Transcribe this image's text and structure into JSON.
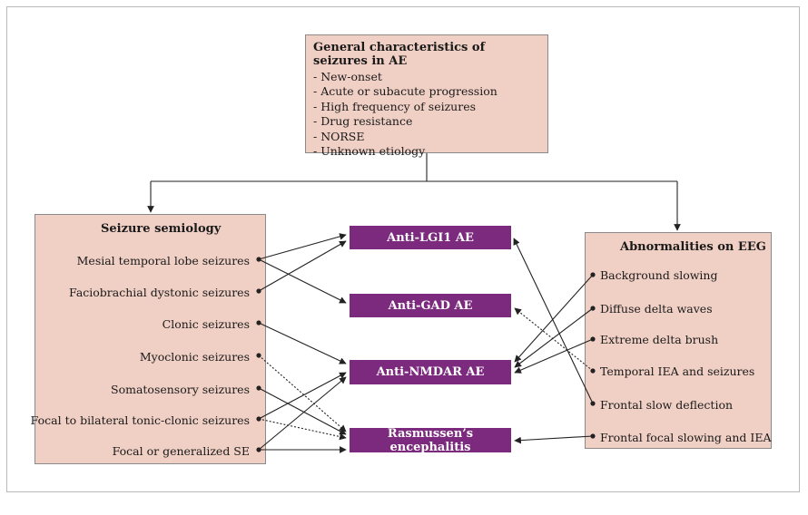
{
  "general": {
    "title": "General characteristics of seizures in AE",
    "items": [
      "- New-onset",
      "- Acute or subacute progression",
      "- High frequency of seizures",
      "- Drug resistance",
      "- NORSE",
      "- Unknown etiology"
    ]
  },
  "semiology": {
    "title": "Seizure semiology",
    "items": [
      "Mesial temporal lobe seizures",
      "Faciobrachial dystonic seizures",
      "Clonic seizures",
      "Myoclonic seizures",
      "Somatosensory seizures",
      "Focal to bilateral tonic-clonic seizures",
      "Focal or generalized SE"
    ]
  },
  "antibodies": [
    "Anti-LGI1 AE",
    "Anti-GAD AE",
    "Anti-NMDAR AE",
    "Rasmussen’s encephalitis"
  ],
  "eeg": {
    "title": "Abnormalities on EEG",
    "items": [
      "Background slowing",
      "Diffuse delta waves",
      "Extreme delta brush",
      "Temporal IEA and seizures",
      "Frontal slow deflection",
      "Frontal focal slowing and IEA"
    ]
  },
  "colors": {
    "box_fill": "#f0cfc4",
    "antibody_fill": "#7b2a7d",
    "line": "#222222"
  }
}
